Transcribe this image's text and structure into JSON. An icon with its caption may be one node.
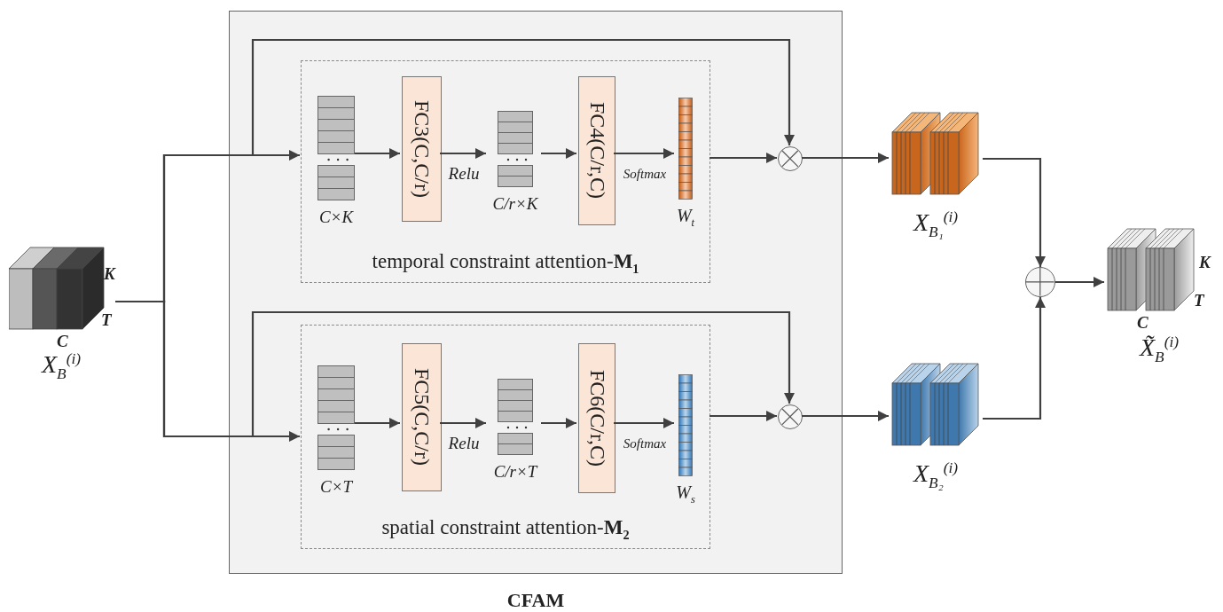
{
  "diagram": {
    "nodes": [
      {
        "text": [
          "K",
          "T",
          "C",
          "X$_{B}$$^{(i)}$"
        ]
      },
      {
        "text": [
          "CFAM"
        ]
      },
      {
        "text": [
          "temporal constraint attention-**M$_{1}$**"
        ],
        "in": 1
      },
      {
        "text": [
          "C×K"
        ],
        "in": 2
      },
      {
        "text": [
          "FC3(C,C/r)"
        ],
        "in": 2
      },
      {
        "text": [
          "C/r×K"
        ],
        "in": 2
      },
      {
        "text": [
          "FC4(C/r,C)"
        ],
        "in": 2
      },
      {
        "text": [
          "W$_{t}$"
        ],
        "in": 2
      },
      {
        "text": [
          "spatial constraint attention-**M$_{2}$**"
        ],
        "in": 1
      },
      {
        "text": [
          "C×T"
        ],
        "in": 8
      },
      {
        "text": [
          "FC5(C,C/r)"
        ],
        "in": 8
      },
      {
        "text": [
          "C/r×T"
        ],
        "in": 8
      },
      {
        "text": [
          "FC6(C/r,C)"
        ],
        "in": 8
      },
      {
        "text": [
          "W$_{s}$"
        ],
        "in": 8
      },
      {
        "text": [],
        "shape": "circle",
        "in": 1
      },
      {
        "text": [],
        "shape": "circle",
        "in": 1
      },
      {
        "text": [
          "X$_{B₁}$$^{(i)}$"
        ]
      },
      {
        "text": [
          "X$_{B₂}$$^{(i)}$"
        ]
      },
      {
        "text": [],
        "shape": "circle"
      },
      {
        "text": [
          "K",
          "T",
          "C",
          "X̃$_{B}$$^{(i)}$"
        ]
      }
    ],
    "edges": [
      {
        "from": 0,
        "to": 2,
        "arrow": "to"
      },
      {
        "from": 0,
        "to": 14,
        "arrow": "to"
      },
      {
        "from": 0,
        "to": 8,
        "arrow": "to"
      },
      {
        "from": 0,
        "to": 15,
        "arrow": "to"
      },
      {
        "from": 3,
        "to": 4,
        "arrow": "to"
      },
      {
        "from": 4,
        "to": 5,
        "arrow": "to",
        "label": "Relu"
      },
      {
        "from": 5,
        "to": 6,
        "arrow": "to"
      },
      {
        "from": 6,
        "to": 7,
        "arrow": "to",
        "label": "Softmax"
      },
      {
        "from": 2,
        "to": 14,
        "arrow": "to"
      },
      {
        "from": 9,
        "to": 10,
        "arrow": "to"
      },
      {
        "from": 10,
        "to": 11,
        "arrow": "to",
        "label": "Relu"
      },
      {
        "from": 11,
        "to": 12,
        "arrow": "to"
      },
      {
        "from": 12,
        "to": 13,
        "arrow": "to",
        "label": "Softmax"
      },
      {
        "from": 8,
        "to": 15,
        "arrow": "to"
      },
      {
        "from": 14,
        "to": 16,
        "arrow": "to"
      },
      {
        "from": 15,
        "to": 17,
        "arrow": "to"
      },
      {
        "from": 16,
        "to": 18,
        "arrow": "to"
      },
      {
        "from": 17,
        "to": 18,
        "arrow": "to"
      },
      {
        "from": 18,
        "to": 19,
        "arrow": "to"
      }
    ]
  }
}
